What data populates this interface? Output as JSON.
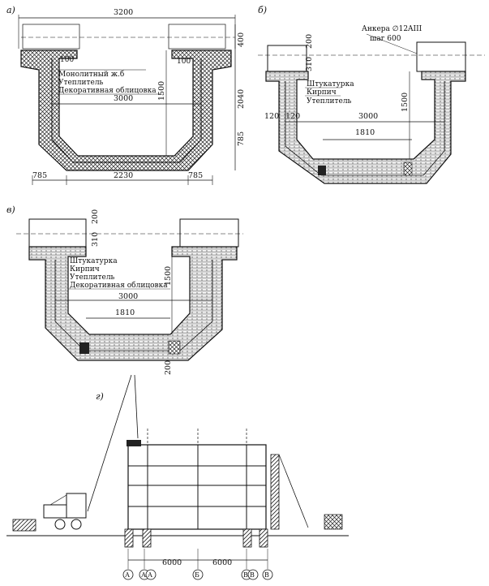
{
  "panels": {
    "a": {
      "tag": "а)",
      "dims": {
        "top_width": "3200",
        "top_height": "400",
        "left_offset": "100",
        "right_offset": "100",
        "inner_depth": "1500",
        "total_depth": "2040",
        "lower_depth": "785",
        "inner_width": "3000",
        "bottom_left": "785",
        "bottom_mid": "2230",
        "bottom_right": "785"
      },
      "labels": [
        "Монолитный ж.б",
        "Утеплитель",
        "Декоративная облицовка"
      ]
    },
    "b": {
      "tag": "б)",
      "anchor_note": "Анкера ∅12AIII",
      "anchor_step": "шаг 600",
      "dims": {
        "cap_height": "200",
        "wall_height": "310",
        "wall_left": "120",
        "wall_right": "120",
        "inner_width": "3000",
        "bottom_width": "1810",
        "inner_depth": "1500"
      },
      "labels": [
        "Штукатурка",
        "Кирпич",
        "Утеплитель"
      ]
    },
    "c": {
      "tag": "в)",
      "dims": {
        "cap_height": "200",
        "wall_height": "310",
        "inner_depth": "1500",
        "inner_width": "3000",
        "bottom_width": "1810",
        "bottom_thickness": "200"
      },
      "labels": [
        "Штукатурка",
        "Кирпич",
        "Утеплитель",
        "Декоративная облицовка"
      ]
    },
    "d": {
      "tag": "г)",
      "axes": [
        "А",
        "А",
        "А",
        "Б",
        "В",
        "В",
        "В"
      ],
      "spans": [
        "6000",
        "6000"
      ]
    }
  }
}
